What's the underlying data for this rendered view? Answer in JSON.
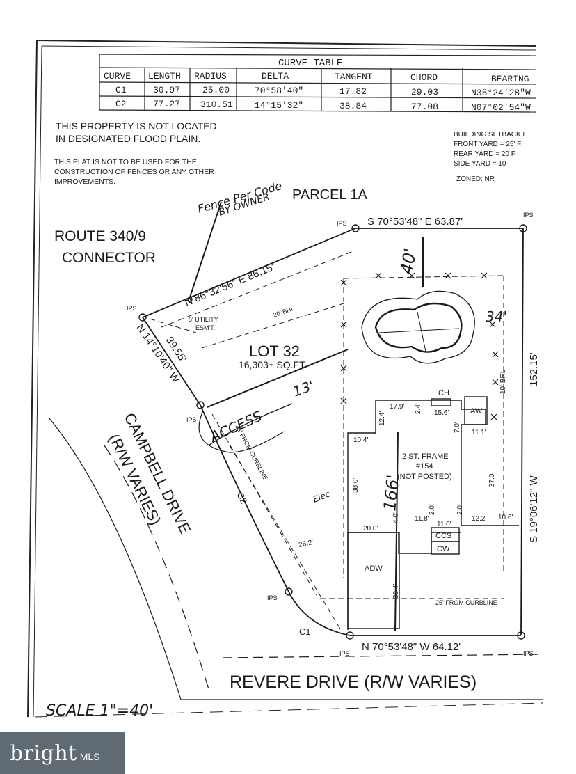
{
  "curve_table": {
    "title": "CURVE TABLE",
    "headers": [
      "CURVE",
      "LENGTH",
      "RADIUS",
      "DELTA",
      "TANGENT",
      "CHORD",
      "BEARING"
    ],
    "rows": [
      [
        "C1",
        "30.97",
        "25.00",
        "70°58'40\"",
        "17.82",
        "29.03",
        "N35°24'28\"W"
      ],
      [
        "C2",
        "77.27",
        "310.51",
        "14°15'32\"",
        "38.84",
        "77.08",
        "N07°02'54\"W"
      ]
    ]
  },
  "notes": {
    "flood_1": "THIS PROPERTY IS NOT LOCATED",
    "flood_2": "IN DESIGNATED FLOOD PLAIN.",
    "fence_1": "THIS PLAT IS NOT TO BE USED FOR THE",
    "fence_2": "CONSTRUCTION OF FENCES OR ANY OTHER",
    "fence_3": "IMPROVEMENTS."
  },
  "setback": {
    "title": "BUILDING SETBACK L",
    "front": "FRONT YARD = 25' F",
    "rear": "REAR YARD = 20 F",
    "side": "SIDE YARD = 10",
    "zoned": "ZONED: NR"
  },
  "labels": {
    "parcel": "PARCEL 1A",
    "route_1": "ROUTE 340/9",
    "route_2": "CONNECTOR",
    "lot": "LOT 32",
    "area": "16,303± SQ.FT.",
    "campbell_1": "CAMPBELL DRIVE",
    "campbell_2": "(R/W VARIES)",
    "revere": "REVERE DRIVE (R/W VARIES)",
    "scale": "SCALE 1\"=40'",
    "house_1": "2 ST. FRAME",
    "house_2": "#154",
    "house_3": "(NOT POSTED)",
    "utility_1": "5' UTILITY",
    "utility_2": "ESM'T.",
    "brl_20": "20' BRL",
    "from_curbline_25": "25' FROM CURBLINE",
    "from_curbline_35": "35' FROM CURBLINE",
    "adw": "ADW",
    "aw": "AW",
    "ch": "CH",
    "ccs": "CCS",
    "cw": "CW",
    "c1": "C1",
    "c2": "C2",
    "ips": "IPS"
  },
  "bearings": {
    "north_line": "S 70°53'48\" E   63.87'",
    "south_line": "N 70°53'48\" W   64.12'",
    "east_line": "S 19°06'12\" W",
    "east_dist": "152.15'",
    "nw_line": "N 86°32'56\" E   86.15'",
    "west_line": "N 14°10'40\" W",
    "west_dist": "39.55'"
  },
  "dimensions": {
    "d_17_9": "17.9'",
    "d_2_4": "2.4'",
    "d_15_6": "15.6'",
    "d_7_0": "7.0'",
    "d_11_1": "11.1'",
    "d_12_4": "12.4'",
    "d_10_4": "10.4'",
    "d_38_0": "38.0'",
    "d_37_0": "37.0'",
    "d_20_0": "20.0'",
    "d_4_0": "4.0'",
    "d_11_8": "11.8'",
    "d_2_0a": "2.0'",
    "d_2_0b": "2.0'",
    "d_11_0": "11.0'",
    "d_12_2": "12.2'",
    "d_10_6": "10.6'",
    "d_28_2": "28.2'",
    "d_38_4": "38.4'",
    "d_10_brl": "10' BRL"
  },
  "handwriting": {
    "fence_1": "Fence Per Code",
    "fence_2": "BY OWNER",
    "access": "ACCESS",
    "d_40": "40'",
    "d_34": "34'",
    "d_13": "13'",
    "d_166": "166'",
    "elec": "Elec"
  },
  "watermark": {
    "brand": "bright",
    "mls": "MLS"
  }
}
